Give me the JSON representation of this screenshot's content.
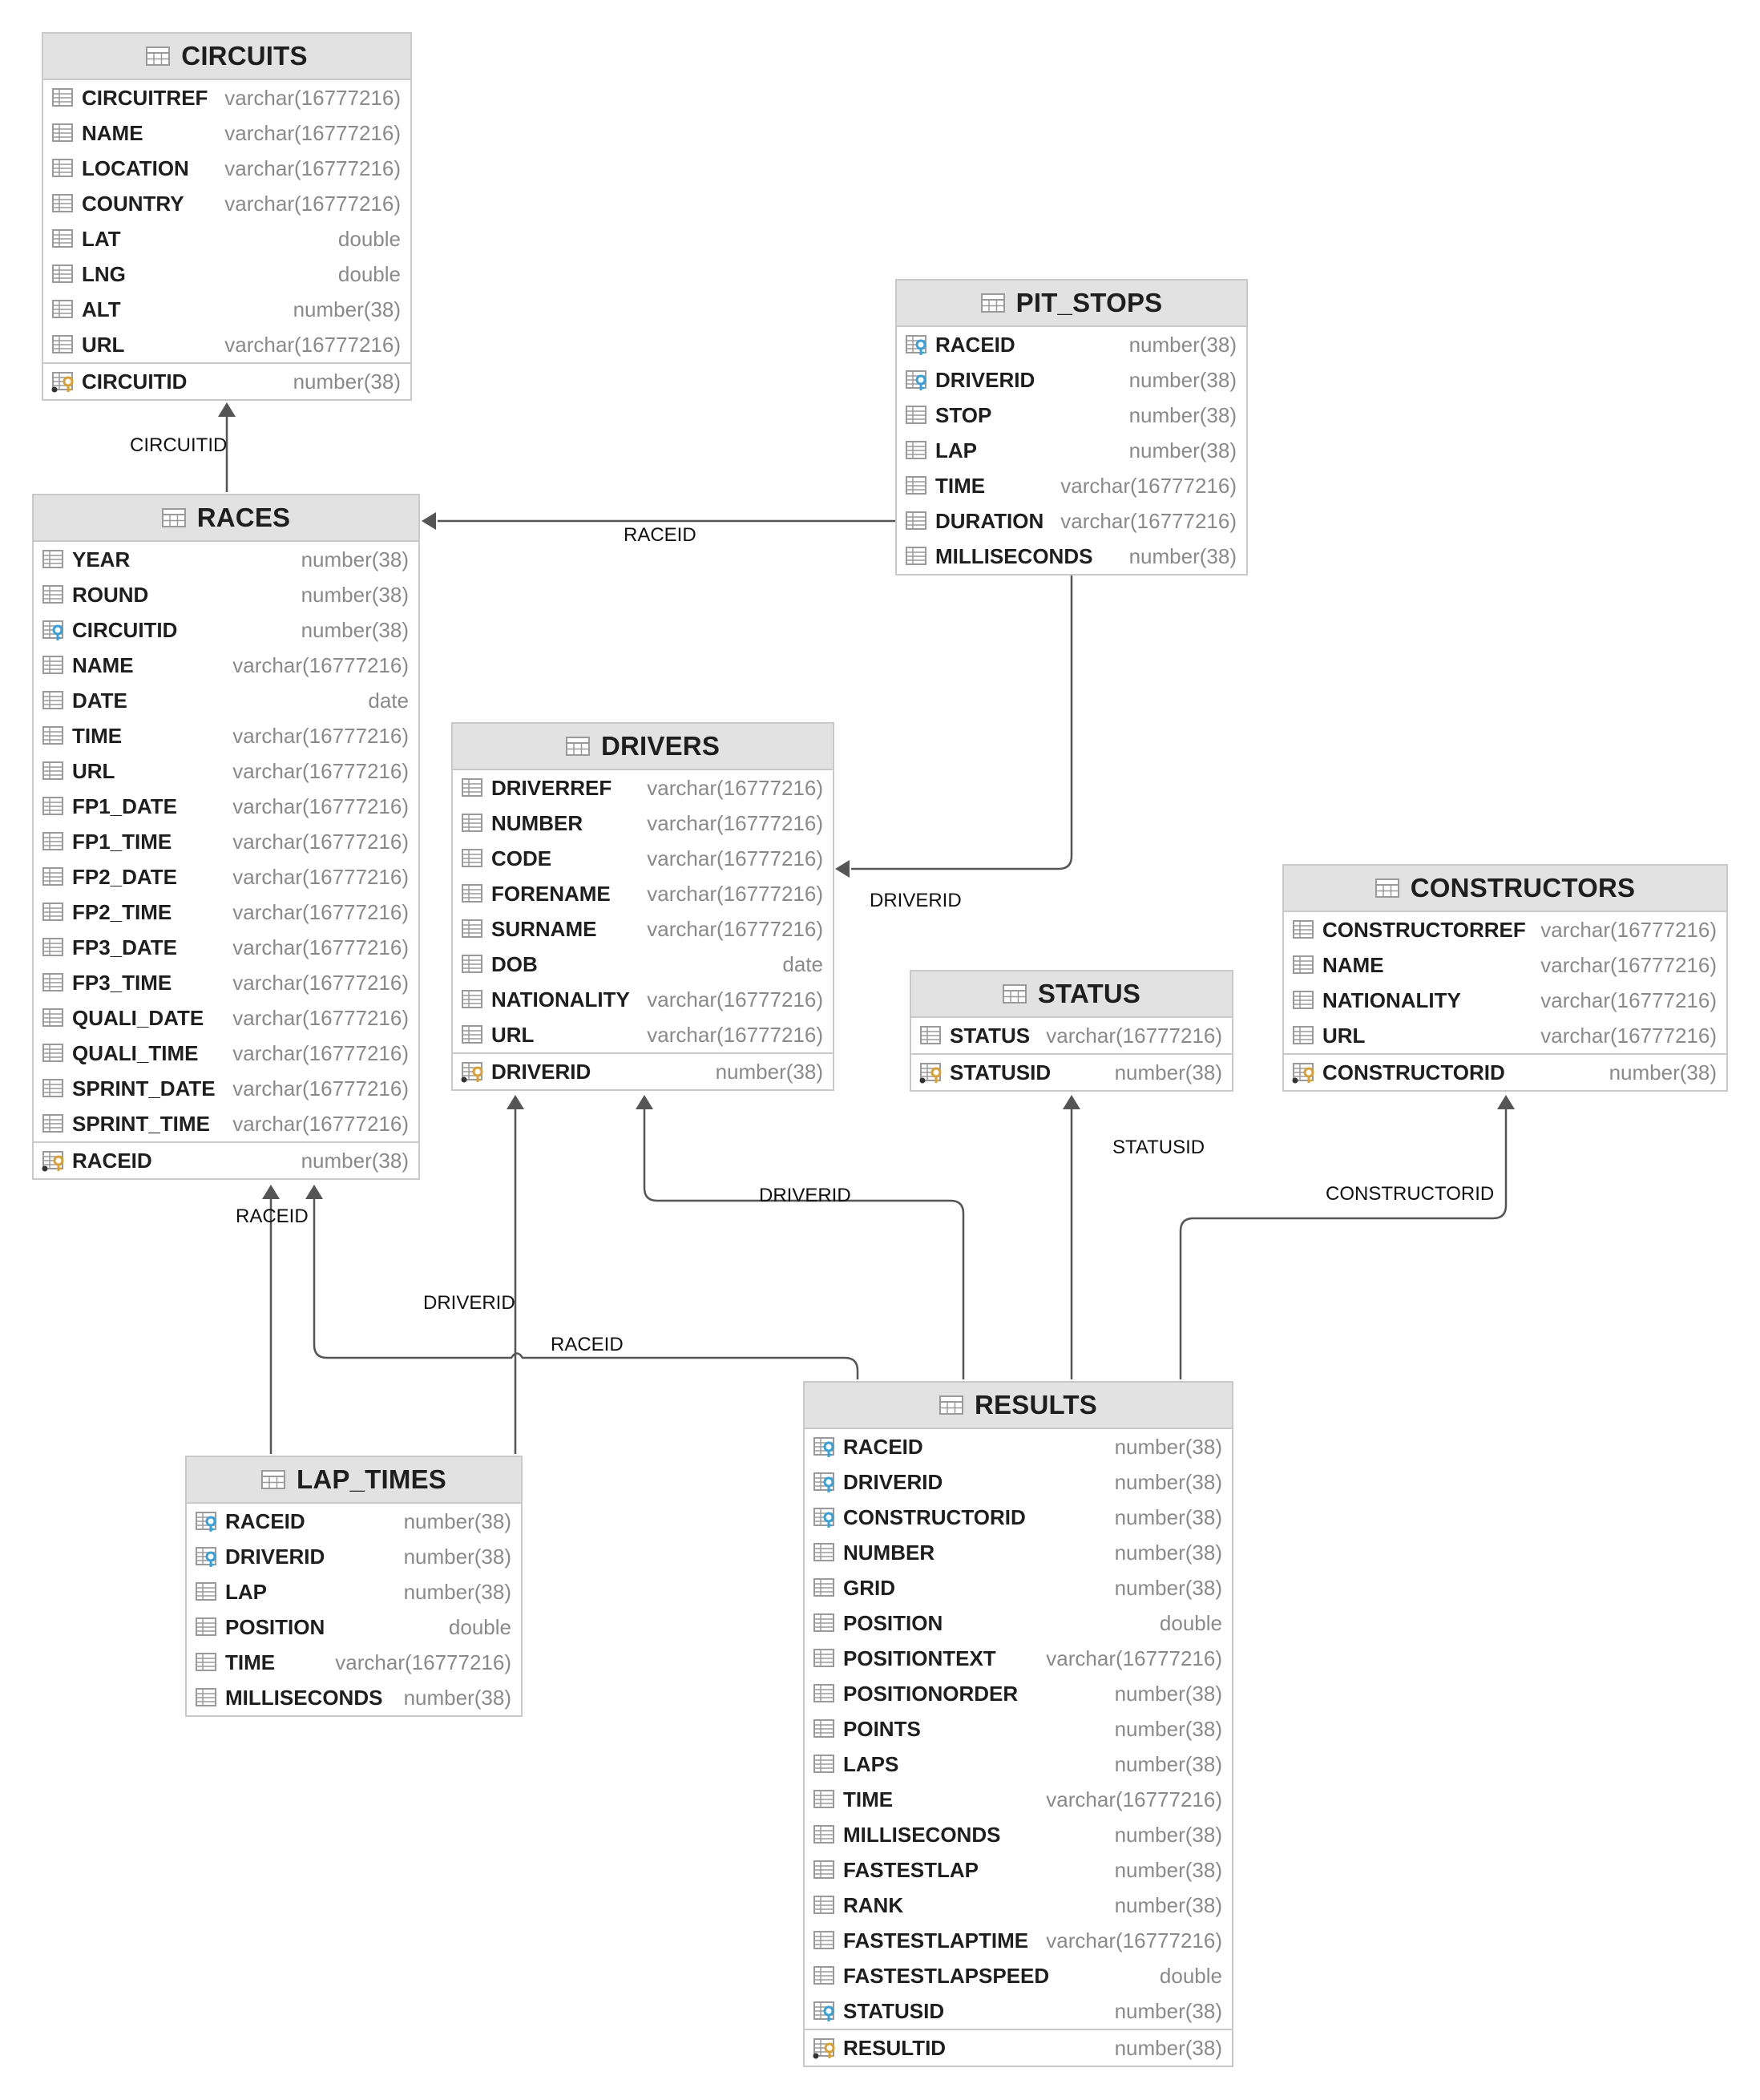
{
  "tables": [
    {
      "id": "circuits",
      "name": "CIRCUITS",
      "columns": [
        {
          "name": "CIRCUITREF",
          "type": "varchar(16777216)",
          "kind": "col"
        },
        {
          "name": "NAME",
          "type": "varchar(16777216)",
          "kind": "col"
        },
        {
          "name": "LOCATION",
          "type": "varchar(16777216)",
          "kind": "col"
        },
        {
          "name": "COUNTRY",
          "type": "varchar(16777216)",
          "kind": "col"
        },
        {
          "name": "LAT",
          "type": "double",
          "kind": "col"
        },
        {
          "name": "LNG",
          "type": "double",
          "kind": "col"
        },
        {
          "name": "ALT",
          "type": "number(38)",
          "kind": "col"
        },
        {
          "name": "URL",
          "type": "varchar(16777216)",
          "kind": "col"
        },
        {
          "name": "CIRCUITID",
          "type": "number(38)",
          "kind": "pk"
        }
      ]
    },
    {
      "id": "pit_stops",
      "name": "PIT_STOPS",
      "columns": [
        {
          "name": "RACEID",
          "type": "number(38)",
          "kind": "fk"
        },
        {
          "name": "DRIVERID",
          "type": "number(38)",
          "kind": "fk"
        },
        {
          "name": "STOP",
          "type": "number(38)",
          "kind": "col"
        },
        {
          "name": "LAP",
          "type": "number(38)",
          "kind": "col"
        },
        {
          "name": "TIME",
          "type": "varchar(16777216)",
          "kind": "col"
        },
        {
          "name": "DURATION",
          "type": "varchar(16777216)",
          "kind": "col"
        },
        {
          "name": "MILLISECONDS",
          "type": "number(38)",
          "kind": "col"
        }
      ]
    },
    {
      "id": "races",
      "name": "RACES",
      "columns": [
        {
          "name": "YEAR",
          "type": "number(38)",
          "kind": "col"
        },
        {
          "name": "ROUND",
          "type": "number(38)",
          "kind": "col"
        },
        {
          "name": "CIRCUITID",
          "type": "number(38)",
          "kind": "fk"
        },
        {
          "name": "NAME",
          "type": "varchar(16777216)",
          "kind": "col"
        },
        {
          "name": "DATE",
          "type": "date",
          "kind": "col"
        },
        {
          "name": "TIME",
          "type": "varchar(16777216)",
          "kind": "col"
        },
        {
          "name": "URL",
          "type": "varchar(16777216)",
          "kind": "col"
        },
        {
          "name": "FP1_DATE",
          "type": "varchar(16777216)",
          "kind": "col"
        },
        {
          "name": "FP1_TIME",
          "type": "varchar(16777216)",
          "kind": "col"
        },
        {
          "name": "FP2_DATE",
          "type": "varchar(16777216)",
          "kind": "col"
        },
        {
          "name": "FP2_TIME",
          "type": "varchar(16777216)",
          "kind": "col"
        },
        {
          "name": "FP3_DATE",
          "type": "varchar(16777216)",
          "kind": "col"
        },
        {
          "name": "FP3_TIME",
          "type": "varchar(16777216)",
          "kind": "col"
        },
        {
          "name": "QUALI_DATE",
          "type": "varchar(16777216)",
          "kind": "col"
        },
        {
          "name": "QUALI_TIME",
          "type": "varchar(16777216)",
          "kind": "col"
        },
        {
          "name": "SPRINT_DATE",
          "type": "varchar(16777216)",
          "kind": "col"
        },
        {
          "name": "SPRINT_TIME",
          "type": "varchar(16777216)",
          "kind": "col"
        },
        {
          "name": "RACEID",
          "type": "number(38)",
          "kind": "pk"
        }
      ]
    },
    {
      "id": "drivers",
      "name": "DRIVERS",
      "columns": [
        {
          "name": "DRIVERREF",
          "type": "varchar(16777216)",
          "kind": "col"
        },
        {
          "name": "NUMBER",
          "type": "varchar(16777216)",
          "kind": "col"
        },
        {
          "name": "CODE",
          "type": "varchar(16777216)",
          "kind": "col"
        },
        {
          "name": "FORENAME",
          "type": "varchar(16777216)",
          "kind": "col"
        },
        {
          "name": "SURNAME",
          "type": "varchar(16777216)",
          "kind": "col"
        },
        {
          "name": "DOB",
          "type": "date",
          "kind": "col"
        },
        {
          "name": "NATIONALITY",
          "type": "varchar(16777216)",
          "kind": "col"
        },
        {
          "name": "URL",
          "type": "varchar(16777216)",
          "kind": "col"
        },
        {
          "name": "DRIVERID",
          "type": "number(38)",
          "kind": "pk"
        }
      ]
    },
    {
      "id": "constructors",
      "name": "CONSTRUCTORS",
      "columns": [
        {
          "name": "CONSTRUCTORREF",
          "type": "varchar(16777216)",
          "kind": "col"
        },
        {
          "name": "NAME",
          "type": "varchar(16777216)",
          "kind": "col"
        },
        {
          "name": "NATIONALITY",
          "type": "varchar(16777216)",
          "kind": "col"
        },
        {
          "name": "URL",
          "type": "varchar(16777216)",
          "kind": "col"
        },
        {
          "name": "CONSTRUCTORID",
          "type": "number(38)",
          "kind": "pk"
        }
      ]
    },
    {
      "id": "status",
      "name": "STATUS",
      "columns": [
        {
          "name": "STATUS",
          "type": "varchar(16777216)",
          "kind": "col"
        },
        {
          "name": "STATUSID",
          "type": "number(38)",
          "kind": "pk"
        }
      ]
    },
    {
      "id": "results",
      "name": "RESULTS",
      "columns": [
        {
          "name": "RACEID",
          "type": "number(38)",
          "kind": "fk"
        },
        {
          "name": "DRIVERID",
          "type": "number(38)",
          "kind": "fk"
        },
        {
          "name": "CONSTRUCTORID",
          "type": "number(38)",
          "kind": "fk"
        },
        {
          "name": "NUMBER",
          "type": "number(38)",
          "kind": "col"
        },
        {
          "name": "GRID",
          "type": "number(38)",
          "kind": "col"
        },
        {
          "name": "POSITION",
          "type": "double",
          "kind": "col"
        },
        {
          "name": "POSITIONTEXT",
          "type": "varchar(16777216)",
          "kind": "col"
        },
        {
          "name": "POSITIONORDER",
          "type": "number(38)",
          "kind": "col"
        },
        {
          "name": "POINTS",
          "type": "number(38)",
          "kind": "col"
        },
        {
          "name": "LAPS",
          "type": "number(38)",
          "kind": "col"
        },
        {
          "name": "TIME",
          "type": "varchar(16777216)",
          "kind": "col"
        },
        {
          "name": "MILLISECONDS",
          "type": "number(38)",
          "kind": "col"
        },
        {
          "name": "FASTESTLAP",
          "type": "number(38)",
          "kind": "col"
        },
        {
          "name": "RANK",
          "type": "number(38)",
          "kind": "col"
        },
        {
          "name": "FASTESTLAPTIME",
          "type": "varchar(16777216)",
          "kind": "col"
        },
        {
          "name": "FASTESTLAPSPEED",
          "type": "double",
          "kind": "col"
        },
        {
          "name": "STATUSID",
          "type": "number(38)",
          "kind": "fk"
        },
        {
          "name": "RESULTID",
          "type": "number(38)",
          "kind": "pk"
        }
      ]
    },
    {
      "id": "lap_times",
      "name": "LAP_TIMES",
      "columns": [
        {
          "name": "RACEID",
          "type": "number(38)",
          "kind": "fk"
        },
        {
          "name": "DRIVERID",
          "type": "number(38)",
          "kind": "fk"
        },
        {
          "name": "LAP",
          "type": "number(38)",
          "kind": "col"
        },
        {
          "name": "POSITION",
          "type": "double",
          "kind": "col"
        },
        {
          "name": "TIME",
          "type": "varchar(16777216)",
          "kind": "col"
        },
        {
          "name": "MILLISECONDS",
          "type": "number(38)",
          "kind": "col"
        }
      ]
    }
  ],
  "relationships": [
    {
      "id": "races-circuits",
      "from": "races",
      "to": "circuits",
      "label": "CIRCUITID"
    },
    {
      "id": "pit_stops-races",
      "from": "pit_stops",
      "to": "races",
      "label": "RACEID"
    },
    {
      "id": "pit_stops-drivers",
      "from": "pit_stops",
      "to": "drivers",
      "label": "DRIVERID"
    },
    {
      "id": "results-drivers",
      "from": "results",
      "to": "drivers",
      "label": "DRIVERID"
    },
    {
      "id": "results-status",
      "from": "results",
      "to": "status",
      "label": "STATUSID"
    },
    {
      "id": "results-constructors",
      "from": "results",
      "to": "constructors",
      "label": "CONSTRUCTORID"
    },
    {
      "id": "results-races",
      "from": "results",
      "to": "races",
      "label": "RACEID"
    },
    {
      "id": "lap_times-races",
      "from": "lap_times",
      "to": "races",
      "label": "RACEID"
    },
    {
      "id": "lap_times-drivers",
      "from": "lap_times",
      "to": "drivers",
      "label": "DRIVERID"
    }
  ],
  "colors": {
    "header_bg": "#e2e2e2",
    "border": "#c9c9c9",
    "line": "#555555",
    "fk_key": "#3aa0d8",
    "pk_key": "#d9a036",
    "type_text": "#8a8a8a"
  }
}
